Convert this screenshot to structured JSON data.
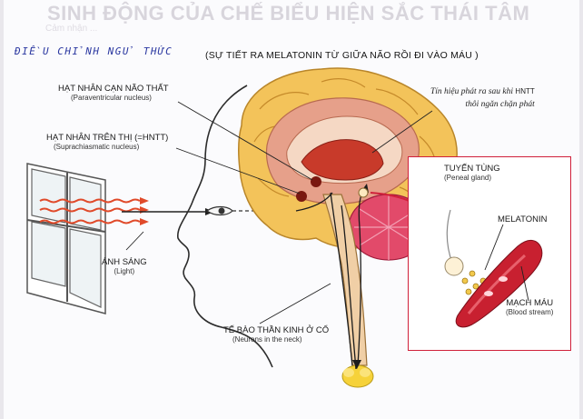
{
  "header": {
    "bleed_text": "SINH ĐỘNG CỦA CHẾ BIỂU HIỆN SẮC THÁI TÂM",
    "bleed_sub": "Cảm nhận ...",
    "handwritten_title": "ĐIỀU CHỈNH NGỦ THỨC",
    "caption": "(SỰ TIẾT RA MELATONIN TỪ GIỮA NÃO RỒI ĐI VÀO MÁU )"
  },
  "labels": {
    "pvn": {
      "main": "HẠT NHÂN CẠN NÃO THẤT",
      "sub": "(Paraventricular nucleus)"
    },
    "scn": {
      "main": "HẠT NHÂN TRÊN THỊ (=HNTT)",
      "sub": "(Suprachiasmatic nucleus)"
    },
    "light": {
      "main": "ÁNH SÁNG",
      "sub": "(Light)"
    },
    "neck": {
      "main": "TẾ BÀO THẦN KINH Ở CỔ",
      "sub": "(Neurons in the neck)"
    },
    "pineal": {
      "main": "TUYẾN TÙNG",
      "sub": "(Peneal gland)"
    },
    "melatonin": {
      "main": "MELATONIN"
    },
    "blood": {
      "main": "MẠCH MÁU",
      "sub": "(Blood stream)"
    }
  },
  "note": {
    "line1": "Tín hiệu phát ra sau khi",
    "line1_abbr": "HNTT",
    "line2": "thôi ngăn chặn phát"
  },
  "colors": {
    "brain_outer": "#f3c35a",
    "brain_pink": "#e6a08a",
    "inner": "#c83a2a",
    "arrow_light": "#e04a2a",
    "inset_border": "#d0203a",
    "vessel": "#c82030"
  }
}
